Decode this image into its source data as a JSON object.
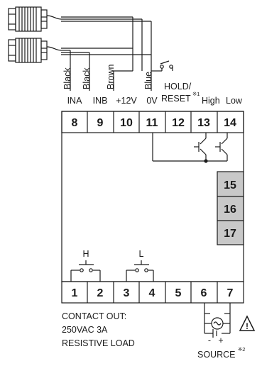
{
  "wire_labels": [
    "Black",
    "Black",
    "Brown",
    "Blue"
  ],
  "switch_label": "HOLD/",
  "terminal_labels": {
    "ina": "INA",
    "inb": "INB",
    "plus12v": "+12V",
    "zero_v": "0V",
    "reset": "RESET",
    "reset_note": "※1",
    "high": "High",
    "low": "Low"
  },
  "top_terminals": [
    "8",
    "9",
    "10",
    "11",
    "12",
    "13",
    "14"
  ],
  "side_terminals": [
    "15",
    "16",
    "17"
  ],
  "bottom_terminals": [
    "1",
    "2",
    "3",
    "4",
    "5",
    "6",
    "7"
  ],
  "relay_labels": {
    "h": "H",
    "l": "L"
  },
  "contact_note": [
    "CONTACT OUT:",
    "250VAC 3A",
    "RESISTIVE LOAD"
  ],
  "source_polarity": {
    "minus": "-",
    "plus": "+"
  },
  "source_label": "SOURCE",
  "source_note": "※2",
  "warning_symbol": "!",
  "colors": {
    "line": "#1a1a1a",
    "terminal_gray": "#c8c8c8",
    "background": "#ffffff"
  }
}
